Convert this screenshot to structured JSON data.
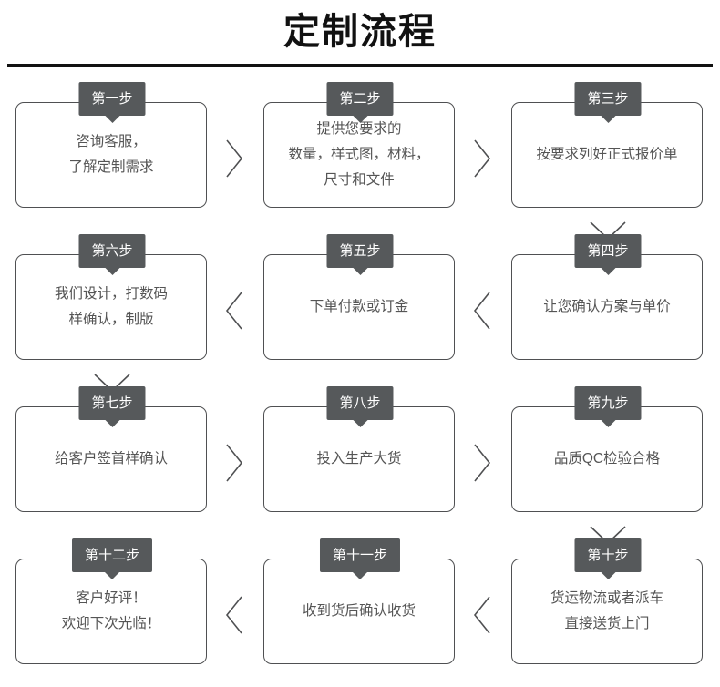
{
  "title": "定制流程",
  "colors": {
    "badge_bg": "#56595b",
    "badge_text": "#ffffff",
    "box_border": "#4f5052",
    "box_text": "#555555",
    "title_text": "#111111",
    "rule": "#111111",
    "connector": "#4f5052"
  },
  "rows": [
    {
      "direction": "left-to-right",
      "cells": [
        {
          "badge": "第一步",
          "lines": [
            "咨询客服，",
            "了解定制需求"
          ]
        },
        {
          "badge": "第二步",
          "lines": [
            "提供您要求的",
            "数量，样式图，材料，",
            "尺寸和文件"
          ]
        },
        {
          "badge": "第三步",
          "lines": [
            "按要求列好正式报价单"
          ]
        }
      ]
    },
    {
      "direction": "right-to-left",
      "cells": [
        {
          "badge": "第六步",
          "lines": [
            "我们设计，打数码",
            "样确认，制版"
          ]
        },
        {
          "badge": "第五步",
          "lines": [
            "下单付款或订金"
          ]
        },
        {
          "badge": "第四步",
          "lines": [
            "让您确认方案与单价"
          ]
        }
      ]
    },
    {
      "direction": "left-to-right",
      "cells": [
        {
          "badge": "第七步",
          "lines": [
            "给客户签首样确认"
          ]
        },
        {
          "badge": "第八步",
          "lines": [
            "投入生产大货"
          ]
        },
        {
          "badge": "第九步",
          "lines": [
            "品质QC检验合格"
          ]
        }
      ]
    },
    {
      "direction": "right-to-left",
      "cells": [
        {
          "badge": "第十二步",
          "lines": [
            "客户好评！",
            "欢迎下次光临！"
          ]
        },
        {
          "badge": "第十一步",
          "lines": [
            "收到货后确认收货"
          ]
        },
        {
          "badge": "第十步",
          "lines": [
            "货运物流或者派车",
            "直接送货上门"
          ]
        }
      ]
    }
  ],
  "connectors": {
    "right_chevron": "chevron-right-icon",
    "left_chevron": "chevron-left-icon",
    "down_chevron": "chevron-down-icon"
  }
}
